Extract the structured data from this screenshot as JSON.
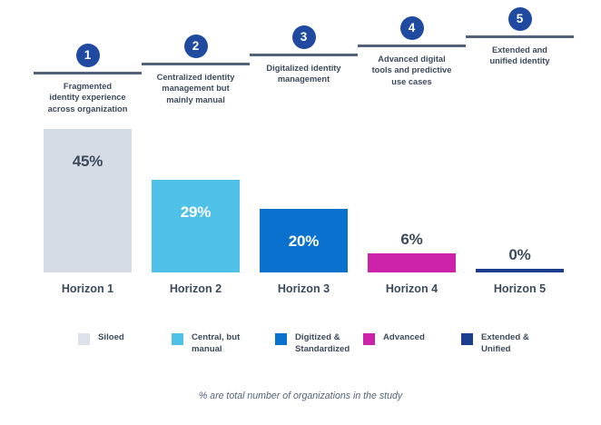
{
  "chart_data": {
    "type": "bar",
    "title": "",
    "subtitle": "",
    "xlabel": "",
    "ylabel": "",
    "ylim": [
      0,
      50
    ],
    "grid": false,
    "legend_position": "bottom",
    "categories": [
      "Horizon 1",
      "Horizon 2",
      "Horizon 3",
      "Horizon 4",
      "Horizon 5"
    ],
    "values": [
      45,
      29,
      20,
      6,
      0
    ],
    "value_labels": [
      "45%",
      "29%",
      "20%",
      "6%",
      "0%"
    ],
    "bar_colors": [
      "#d6dce5",
      "#4fc0e8",
      "#0a72ce",
      "#cc22aa",
      "#1b3e8f"
    ],
    "value_label_colors": [
      "#3d4a5c",
      "#ffffff",
      "#ffffff",
      "#3d4a5c",
      "#3d4a5c"
    ],
    "annotation": "% are total number of organizations in the study",
    "legend": [
      {
        "label": "Siloed",
        "color": "#dde2ea"
      },
      {
        "label": "Central, but\nmanual",
        "color": "#4fc0e8"
      },
      {
        "label": "Digitized &\nStandardized",
        "color": "#0a72ce"
      },
      {
        "label": "Advanced",
        "color": "#cc22aa"
      },
      {
        "label": "Extended &\nUnified",
        "color": "#1b3e8f"
      }
    ],
    "maturity_steps": [
      {
        "number": "1",
        "description": "Fragmented\nidentity experience\nacross organization"
      },
      {
        "number": "2",
        "description": "Centralized identity\nmanagement but\nmainly manual"
      },
      {
        "number": "3",
        "description": "Digitalized identity\nmanagement"
      },
      {
        "number": "4",
        "description": "Advanced digital\ntools and predictive\nuse cases"
      },
      {
        "number": "5",
        "description": "Extended and\nunified identity"
      }
    ]
  },
  "colors": {
    "badge": "#1f4aa0",
    "rule": "#52627a",
    "text": "#3d4a5c",
    "footnote": "#55637a",
    "background": "#ffffff"
  }
}
